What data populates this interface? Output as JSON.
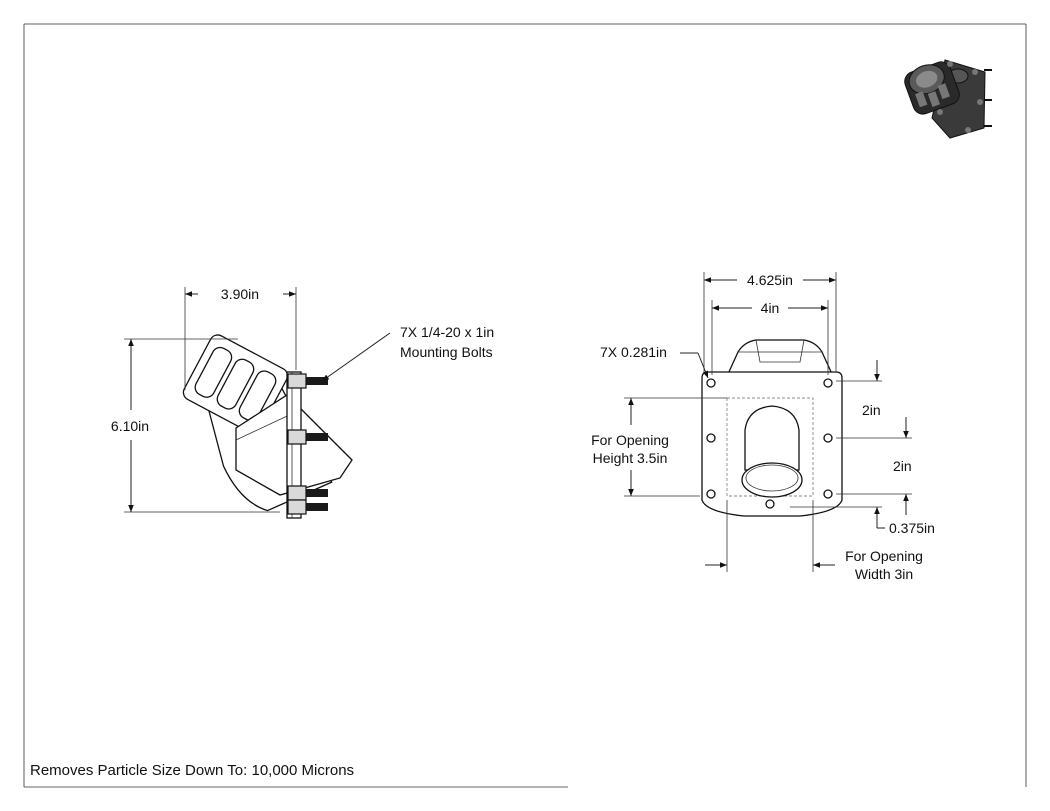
{
  "side_view": {
    "width_label": "3.90in",
    "height_label": "6.10in",
    "bolts_label_line1": "7X 1/4-20 x 1in",
    "bolts_label_line2": "Mounting Bolts"
  },
  "front_view": {
    "overall_width_label": "4.625in",
    "hole_spacing_width_label": "4in",
    "hole_dia_label": "7X 0.281in",
    "opening_height_line1": "For Opening",
    "opening_height_line2": "Height 3.5in",
    "spacing_upper_label": "2in",
    "spacing_lower_label": "2in",
    "bottom_offset_label": "0.375in",
    "opening_width_line1": "For Opening",
    "opening_width_line2": "Width 3in"
  },
  "footer": {
    "note": "Removes Particle Size Down To: 10,000 Microns"
  }
}
